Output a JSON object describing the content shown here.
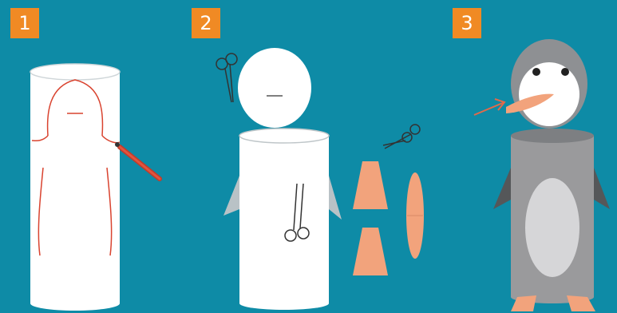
{
  "steps": [
    {
      "number": "1"
    },
    {
      "number": "2"
    },
    {
      "number": "3"
    }
  ],
  "colors": {
    "background": "#0e8ba6",
    "badge": "#f08a24",
    "badge_text": "#ffffff",
    "pencil_lines": "#d9432f",
    "cut_pieces": "#f2a37c",
    "penguin_body": "#9a9a9c",
    "penguin_belly": "#d6d6d8",
    "penguin_beak": "#f2a37c",
    "penguin_feet": "#f2a37c"
  },
  "icons": [
    "pencil-icon",
    "scissors-icon",
    "arrow-icon"
  ]
}
